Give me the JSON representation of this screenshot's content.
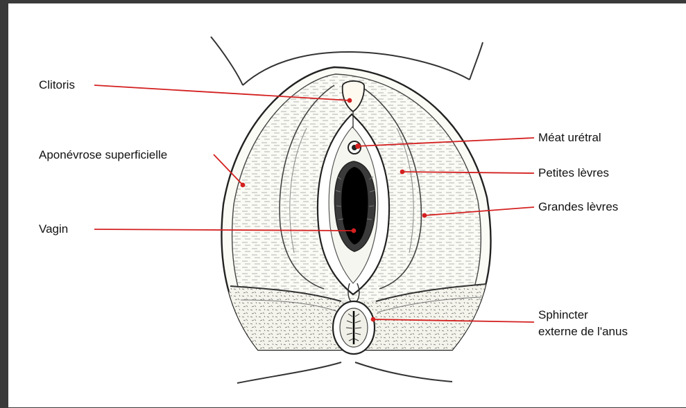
{
  "labels": {
    "clitoris": "Clitoris",
    "aponevrose": "Aponévrose superficielle",
    "vagin": "Vagin",
    "meat": "Méat urétral",
    "petites_levres": "Petites lèvres",
    "grandes_levres": "Grandes lèvres",
    "sphincter_line1": "Sphincter",
    "sphincter_line2": "externe de l'anus"
  },
  "colors": {
    "leader_line": "#d42020",
    "outline": "#222222",
    "background_frame": "#3a3a3a"
  }
}
